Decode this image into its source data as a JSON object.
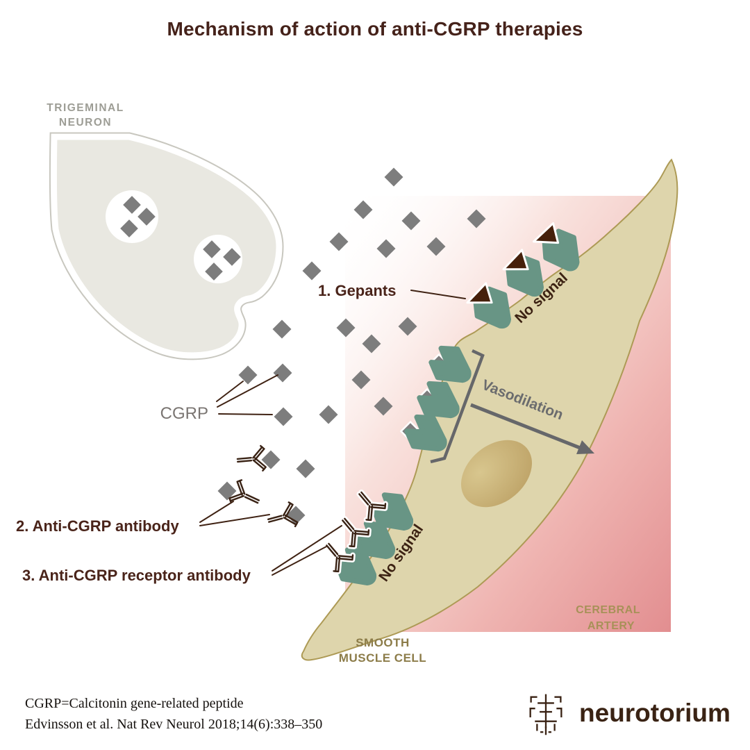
{
  "title": "Mechanism of action of anti-CGRP therapies",
  "diagram": {
    "trigeminal_neuron": {
      "line1": "TRIGEMINAL",
      "line2": "NEURON"
    },
    "cgrp_label": "CGRP",
    "gepants_label": "1. Gepants",
    "anti_cgrp_antibody_label": "2. Anti-CGRP antibody",
    "anti_cgrp_receptor_antibody_label": "3. Anti-CGRP receptor antibody",
    "no_signal_top": "No signal",
    "no_signal_bottom": "No signal",
    "vasodilation_label": "Vasodilation",
    "smooth_muscle_cell": {
      "line1": "SMOOTH",
      "line2": "MUSCLE CELL"
    },
    "cerebral_artery": {
      "line1": "CEREBRAL",
      "line2": "ARTERY"
    }
  },
  "footer": {
    "abbreviation": "CGRP=Calcitonin gene-related peptide",
    "citation": "Edvinsson et al. Nat Rev Neurol 2018;14(6):338–350",
    "logo_text": "neurotorium"
  },
  "colors": {
    "title_brown": "#45221a",
    "label_brown": "#4a241a",
    "dark_brown": "#3c2213",
    "cgrp_diamond_gray": "#7d7d7d",
    "receptor_teal": "#689585",
    "neuron_body_gray": "#e9e8e1",
    "cell_tan": "#ded5ac",
    "nucleus_tan": "#c9b175",
    "artery_pink": "#e28e90",
    "annotation_gray": "#66676a",
    "trigeminal_label_gray": "#9d9d95",
    "smooth_muscle_label_olive": "#8c7c49",
    "cerebral_artery_label_olive": "#a79158"
  }
}
